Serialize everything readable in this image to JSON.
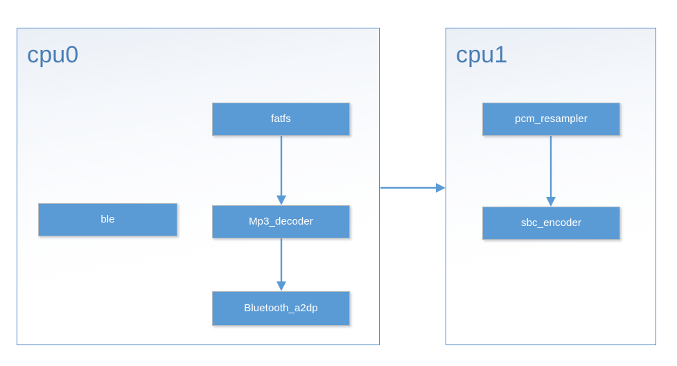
{
  "diagram": {
    "title": "cpu0 / cpu1 audio pipeline block diagram",
    "colors": {
      "container_border": "#4A86C5",
      "container_fill_top": "#eaeff6",
      "container_fill_bottom": "#ffffff",
      "block_fill": "#5B9BD5",
      "block_border": "#b8bcc0",
      "block_text": "#ffffff",
      "container_label_text": "#4A7EB5",
      "arrow": "#5B9BD5"
    },
    "containers": [
      {
        "id": "cpu0",
        "label": "cpu0"
      },
      {
        "id": "cpu1",
        "label": "cpu1"
      }
    ],
    "blocks": [
      {
        "id": "fatfs",
        "label": "fatfs",
        "container": "cpu0"
      },
      {
        "id": "ble",
        "label": "ble",
        "container": "cpu0"
      },
      {
        "id": "mp3_decoder",
        "label": "Mp3_decoder",
        "container": "cpu0"
      },
      {
        "id": "bluetooth_a2dp",
        "label": "Bluetooth_a2dp",
        "container": "cpu0"
      },
      {
        "id": "pcm_resampler",
        "label": "pcm_resampler",
        "container": "cpu1"
      },
      {
        "id": "sbc_encoder",
        "label": "sbc_encoder",
        "container": "cpu1"
      }
    ],
    "connections": [
      {
        "id": "fatfs-to-mp3",
        "from": "fatfs",
        "to": "mp3_decoder",
        "direction": "down",
        "arrowhead": true
      },
      {
        "id": "mp3-to-a2dp",
        "from": "mp3_decoder",
        "to": "bluetooth_a2dp",
        "direction": "down",
        "arrowhead": true
      },
      {
        "id": "cpu0-to-cpu1",
        "from": "cpu0",
        "to": "cpu1",
        "direction": "right",
        "arrowhead": true
      },
      {
        "id": "pcm-to-sbc",
        "from": "pcm_resampler",
        "to": "sbc_encoder",
        "direction": "down",
        "arrowhead": true
      }
    ]
  }
}
